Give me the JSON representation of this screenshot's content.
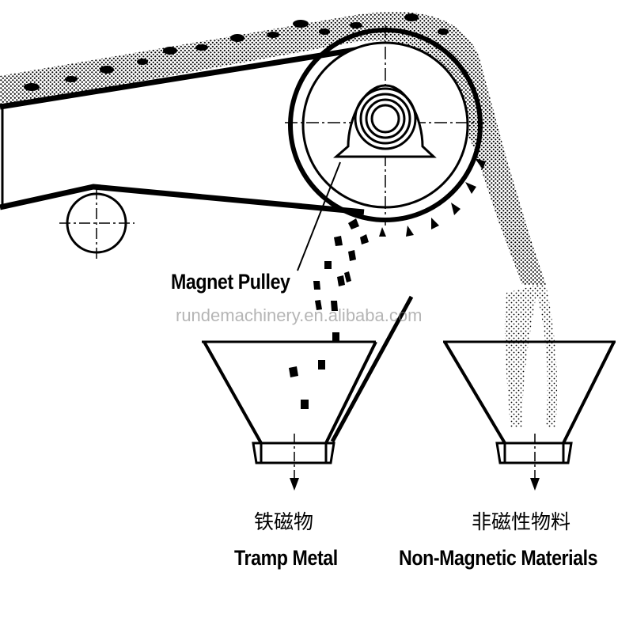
{
  "labels": {
    "magnet_pulley": "Magnet Pulley",
    "watermark": "rundemachinery.en.alibaba.com",
    "tramp_metal_cn": "铁磁物",
    "tramp_metal_en": "Tramp Metal",
    "non_magnetic_cn": "非磁性物料",
    "non_magnetic_en": "Non-Magnetic Materials"
  },
  "colors": {
    "ink": "#000000",
    "paper": "#ffffff",
    "watermark": "#8a8a8a"
  }
}
